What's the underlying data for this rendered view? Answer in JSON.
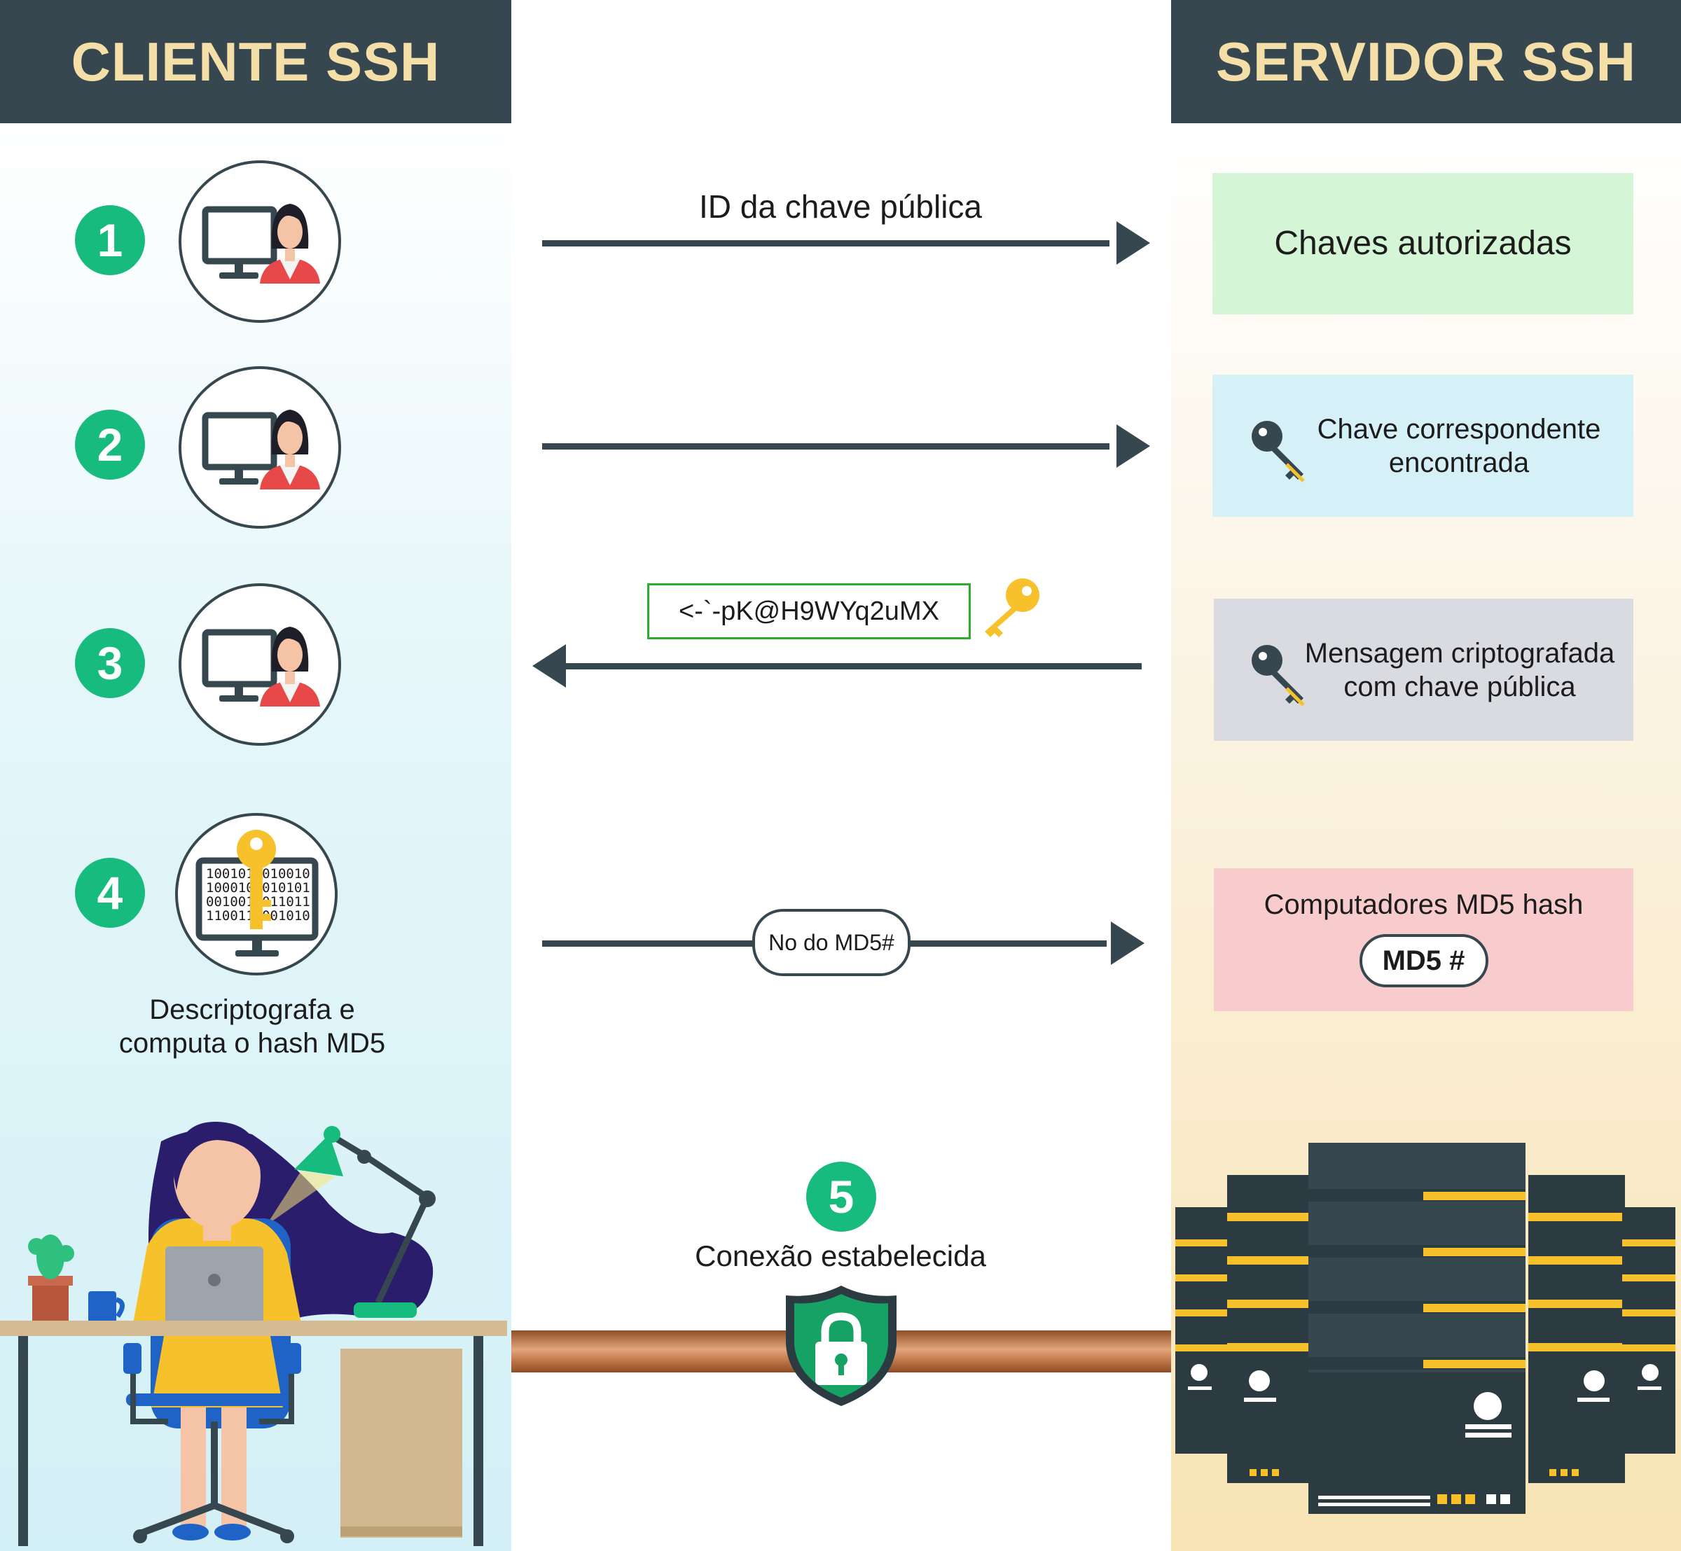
{
  "header": {
    "client_title": "CLIENTE SSH",
    "server_title": "SERVIDOR SSH"
  },
  "steps": {
    "s1": "1",
    "s2": "2",
    "s3": "3",
    "s4": "4",
    "s5": "5",
    "step4_caption_line1": "Descriptografa e",
    "step4_caption_line2": "computa o hash MD5",
    "step5_caption": "Conexão estabelecida"
  },
  "arrows": {
    "a1_label": "ID da chave pública",
    "a3_message": "<-`-pK@H9WYq2uMX",
    "a4_pill": "No do MD5#"
  },
  "server": {
    "box1": "Chaves autorizadas",
    "box2_line1": "Chave correspondente",
    "box2_line2": "encontrada",
    "box3_line1": "Mensagem criptografada",
    "box3_line2": "com chave pública",
    "box4_title": "Computadores MD5 hash",
    "box4_pill": "MD5 #"
  },
  "binary": [
    "1001011010010",
    "1000101010101",
    "0010011011011",
    "1100110001010"
  ],
  "colors": {
    "dark": "#37474f",
    "badge_green": "#16bb7d",
    "header_text": "#f5dfa8",
    "box1": "#d4f5d6",
    "box2": "#d6f0f7",
    "box3": "#d9dbe0",
    "box4": "#f8cccc",
    "key_yellow": "#f6c12b",
    "shield_green": "#16a165",
    "cable": "#c27a4c"
  },
  "icons": [
    "user-computer-icon",
    "key-icon",
    "encrypted-computer-icon",
    "shield-lock-icon",
    "server-rack-icon"
  ]
}
